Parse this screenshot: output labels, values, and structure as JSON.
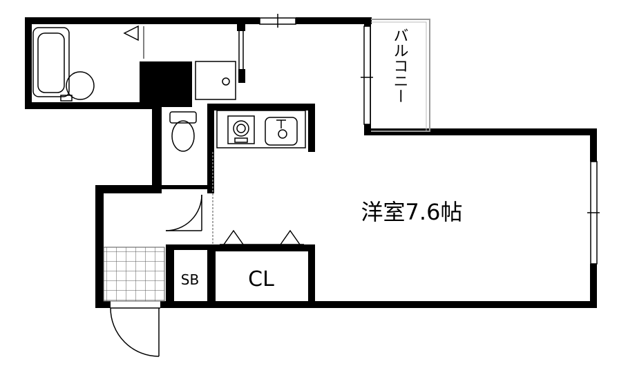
{
  "floor_plan": {
    "rooms": {
      "main_room": "洋室7.6帖",
      "closet": "CL",
      "shoe_box": "SB",
      "balcony": "バルコニー"
    }
  }
}
